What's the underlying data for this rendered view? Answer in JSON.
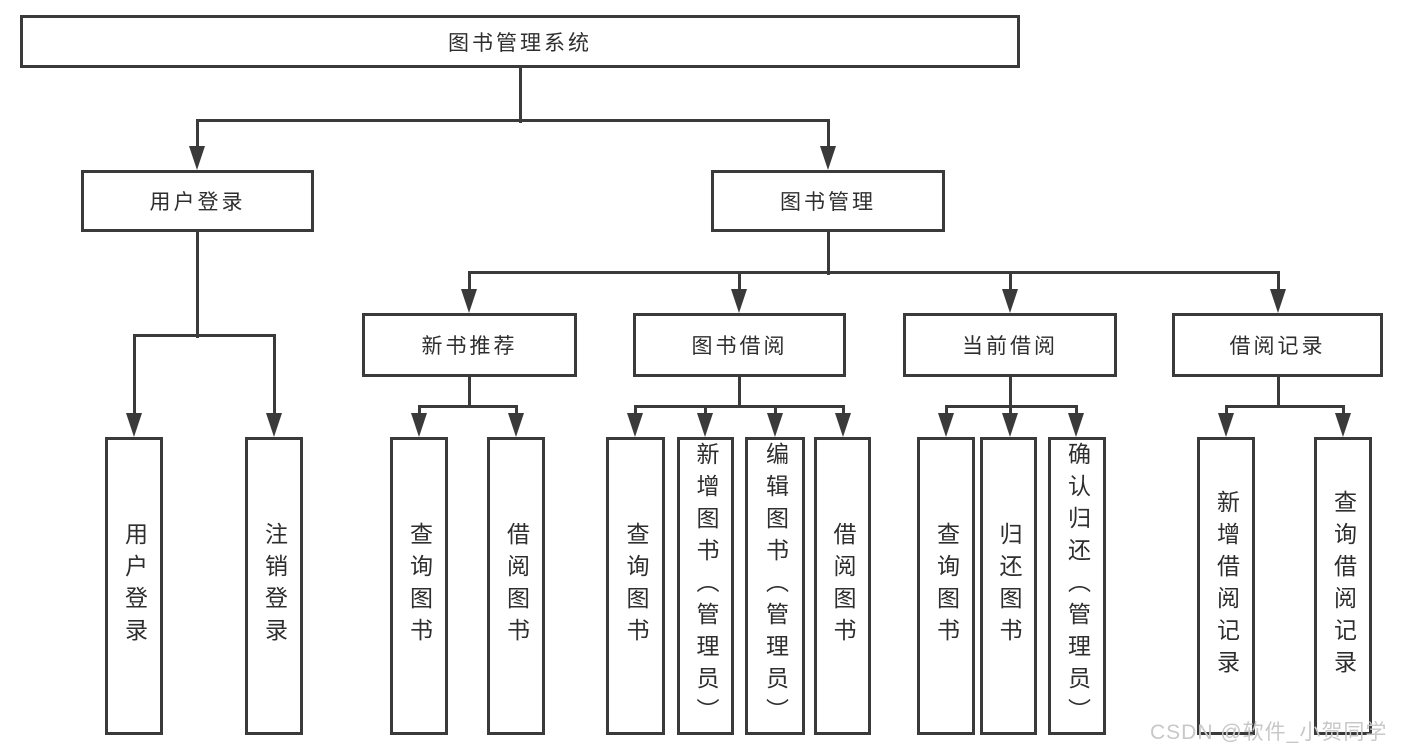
{
  "colors": {
    "line": "#3a3a3a",
    "node_border": "#3a3a3a",
    "text": "#2e2e2e",
    "node_background": "#ffffff",
    "watermark": "#c8c8c8",
    "background": "#ffffff"
  },
  "watermark": {
    "text": "CSDN @软件_小贺同学"
  },
  "diagram": {
    "type": "hierarchy-chart",
    "root": {
      "label": "图书管理系统"
    },
    "branches": [
      {
        "label": "用户登录",
        "children": [
          {
            "label": "用户登录"
          },
          {
            "label": "注销登录"
          }
        ]
      },
      {
        "label": "图书管理",
        "sections": [
          {
            "label": "新书推荐",
            "children": [
              {
                "label": "查询图书"
              },
              {
                "label": "借阅图书"
              }
            ]
          },
          {
            "label": "图书借阅",
            "children": [
              {
                "label": "查询图书"
              },
              {
                "label": "新增图书（管理员）"
              },
              {
                "label": "编辑图书（管理员）"
              },
              {
                "label": "借阅图书"
              }
            ]
          },
          {
            "label": "当前借阅",
            "children": [
              {
                "label": "查询图书"
              },
              {
                "label": "归还图书"
              },
              {
                "label": "确认归还（管理员）"
              }
            ]
          },
          {
            "label": "借阅记录",
            "children": [
              {
                "label": "新增借阅记录"
              },
              {
                "label": "查询借阅记录"
              }
            ]
          }
        ]
      }
    ]
  }
}
